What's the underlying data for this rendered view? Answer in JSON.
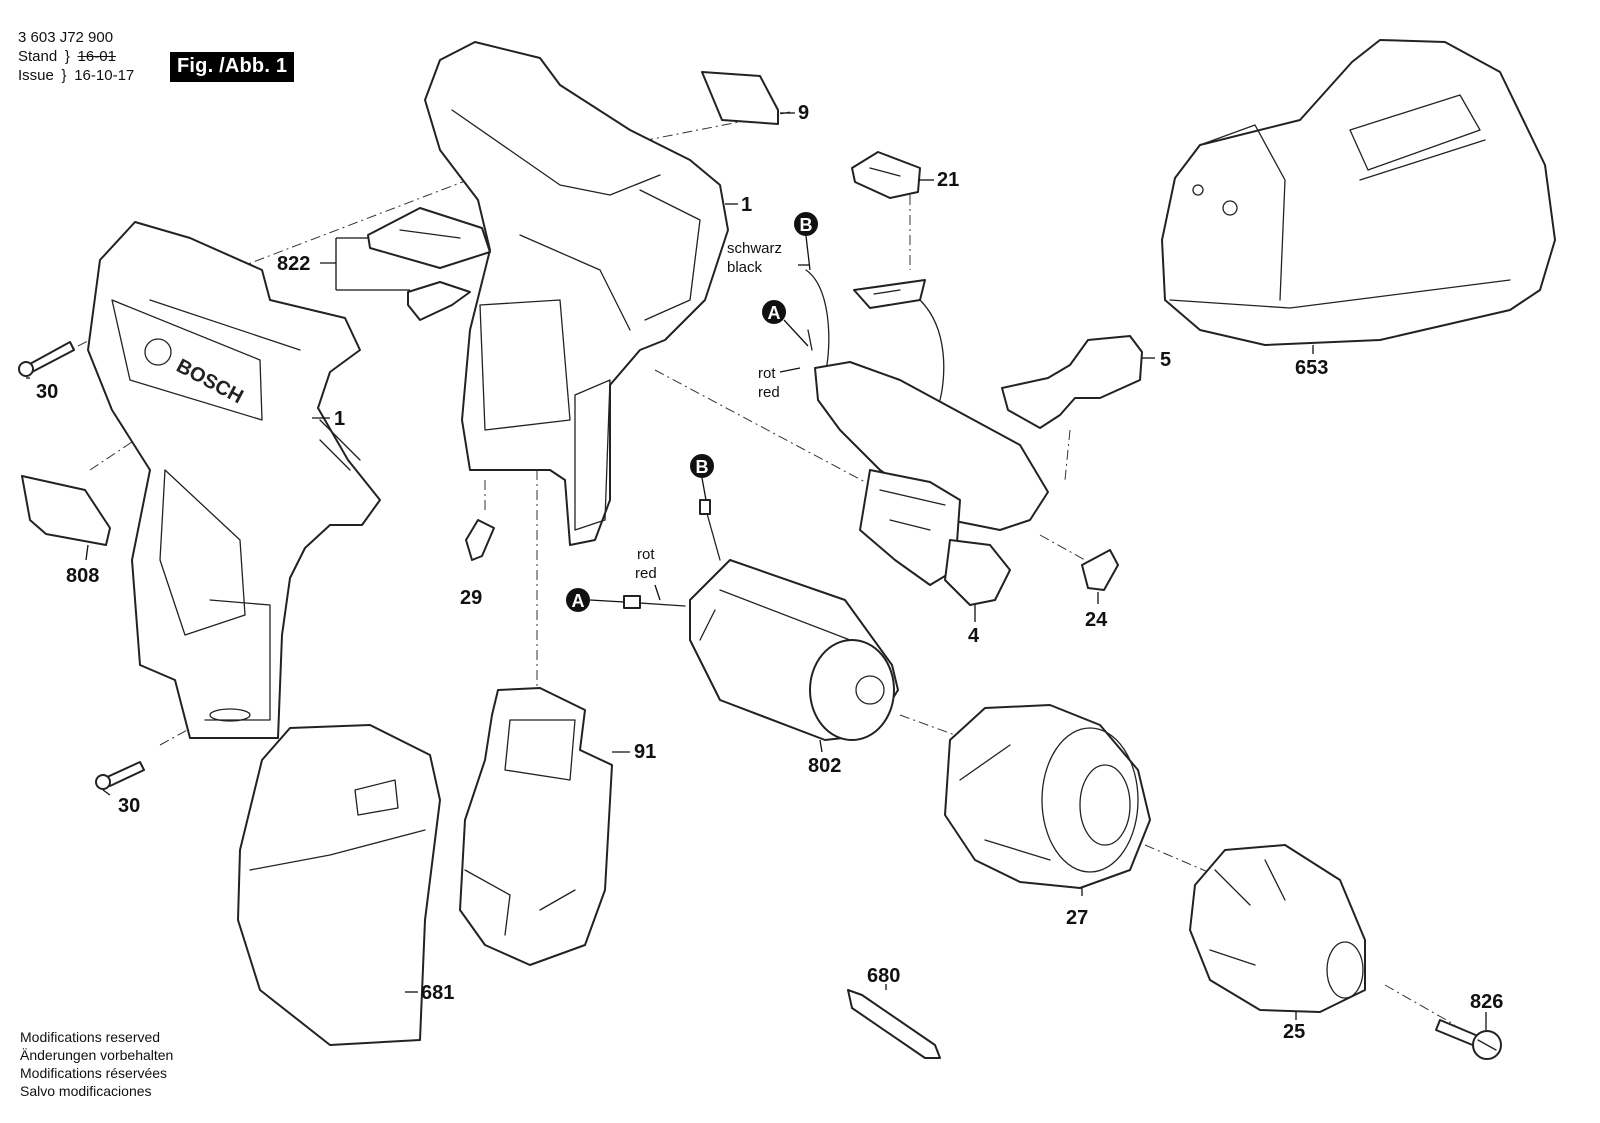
{
  "header": {
    "doc_number": "3 603 J72 900",
    "stand_label": "Stand",
    "issue_label": "Issue",
    "stand_value": "16-01",
    "issue_value": "16-10-17",
    "figure_tag": "Fig. /Abb. 1"
  },
  "footer": {
    "lines": [
      "Modifications reserved",
      "Änderungen vorbehalten",
      "Modifications réservées",
      "Salvo modificaciones"
    ]
  },
  "markers": {
    "a": "A",
    "b": "B"
  },
  "wire_labels": {
    "black_de": "schwarz",
    "black_en": "black",
    "red_de_top": "rot",
    "red_en_top": "red",
    "red_de_motor": "rot",
    "red_en_motor": "red"
  },
  "parts": {
    "p1_left": "1",
    "p1_right": "1",
    "p9": "9",
    "p21": "21",
    "p822": "822",
    "p30_top": "30",
    "p30_bottom": "30",
    "p808": "808",
    "p29": "29",
    "p5": "5",
    "p653": "653",
    "p4": "4",
    "p24": "24",
    "p802": "802",
    "p91": "91",
    "p27": "27",
    "p681": "681",
    "p680": "680",
    "p826": "826",
    "p25": "25"
  },
  "brand_logo_text": "BOSCH"
}
